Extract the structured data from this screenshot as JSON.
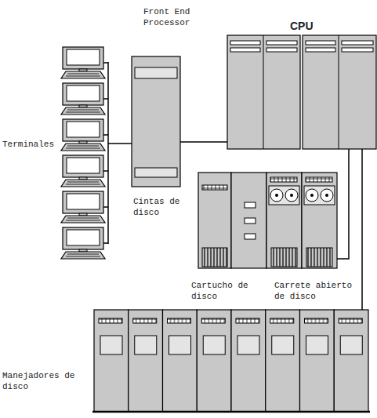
{
  "diagram": {
    "nodes": [
      {
        "text": [
          "Terminales"
        ]
      },
      {
        "text": [
          "Front End Processor"
        ]
      },
      {
        "text": [
          "CPU"
        ]
      },
      {
        "text": [
          "Cintas de disco"
        ]
      },
      {
        "text": [
          "Manejadores de disco"
        ]
      }
    ],
    "edges": [
      {
        "from": 0,
        "to": 1,
        "arrow": "none"
      },
      {
        "from": 1,
        "to": 2,
        "arrow": "none"
      },
      {
        "from": 2,
        "to": 3,
        "arrow": "none"
      },
      {
        "from": 2,
        "to": 4,
        "arrow": "none"
      }
    ],
    "labels": [
      "Cartucho de disco",
      "Carrete abierto de disco"
    ]
  }
}
